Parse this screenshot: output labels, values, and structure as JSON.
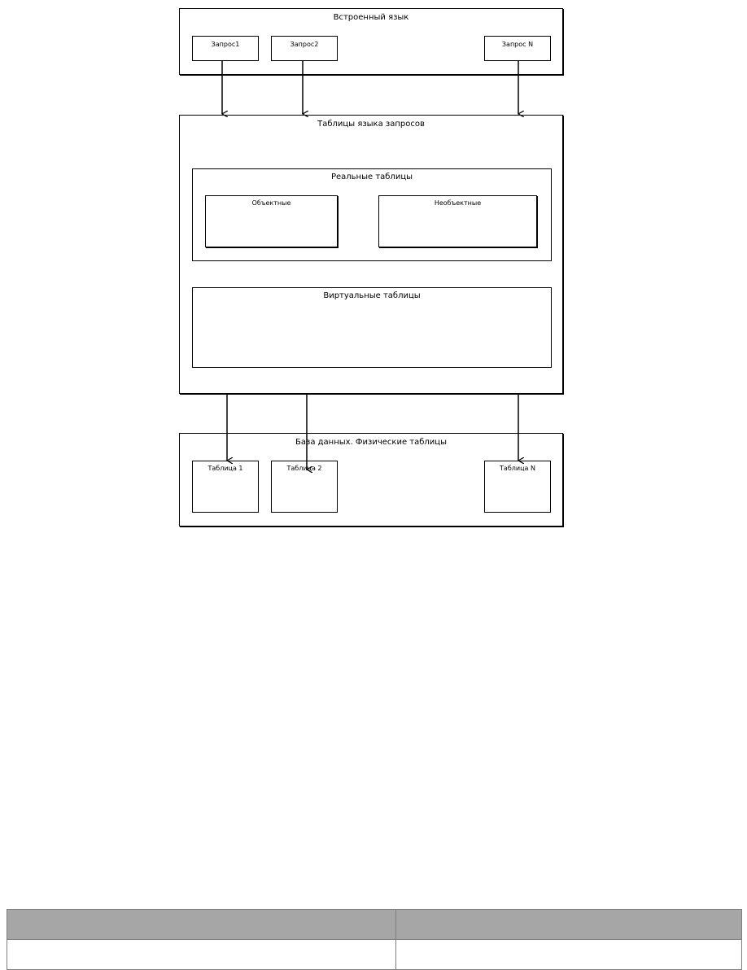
{
  "diagram": {
    "builtin_language": {
      "title": "Встроенный язык",
      "queries": [
        "Запрос1",
        "Запрос2",
        "Запрос N"
      ]
    },
    "query_tables": {
      "title": "Таблицы языка запросов",
      "real_tables": {
        "title": "Реальные таблицы",
        "object": "Объектные",
        "non_object": "Необъектные"
      },
      "virtual_tables": {
        "title": "Виртуальные таблицы"
      }
    },
    "database": {
      "title": "База данных. Физические таблицы",
      "tables": [
        "Таблица 1",
        "Таблица 2",
        "Таблица N"
      ]
    }
  },
  "table": {
    "headers": [
      "",
      ""
    ],
    "row": [
      "",
      ""
    ]
  }
}
